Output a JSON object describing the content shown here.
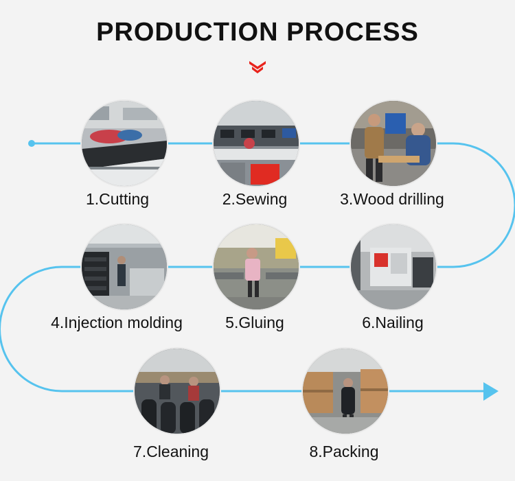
{
  "title": "PRODUCTION PROCESS",
  "colors": {
    "flow_line": "#56c3ee",
    "title_arrow": "#e8231c",
    "text": "#111111",
    "background": "#f3f3f3"
  },
  "icons": {
    "title_arrow": "double-chevron-down-icon",
    "flow_end": "arrow-right-icon"
  },
  "steps": [
    {
      "label": "1.Cutting"
    },
    {
      "label": "2.Sewing"
    },
    {
      "label": "3.Wood drilling"
    },
    {
      "label": "4.Injection molding"
    },
    {
      "label": "5.Gluing"
    },
    {
      "label": "6.Nailing"
    },
    {
      "label": "7.Cleaning"
    },
    {
      "label": "8.Packing"
    }
  ]
}
